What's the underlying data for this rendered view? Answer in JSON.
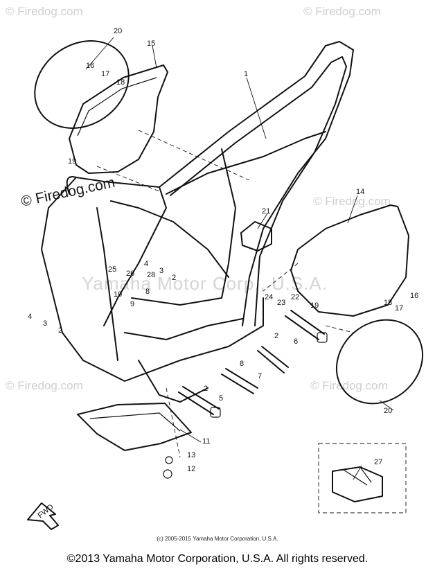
{
  "watermarks": {
    "corner": "© Firedog.com",
    "center": "Yamaha Motor Corp., U.S.A."
  },
  "diagram": {
    "fwd_label": "FWD",
    "callouts": [
      "1",
      "2",
      "3",
      "4",
      "5",
      "6",
      "7",
      "8",
      "9",
      "10",
      "11",
      "12",
      "13",
      "14",
      "15",
      "16",
      "17",
      "18",
      "19",
      "20",
      "21",
      "22",
      "23",
      "24",
      "25",
      "26",
      "27",
      "28"
    ]
  },
  "footer": {
    "small_copyright": "(c) 2005-2015 Yamaha Motor Corporation, U.S.A.",
    "copyright": "©2013 Yamaha Motor Corporation, U.S.A. All rights reserved."
  }
}
